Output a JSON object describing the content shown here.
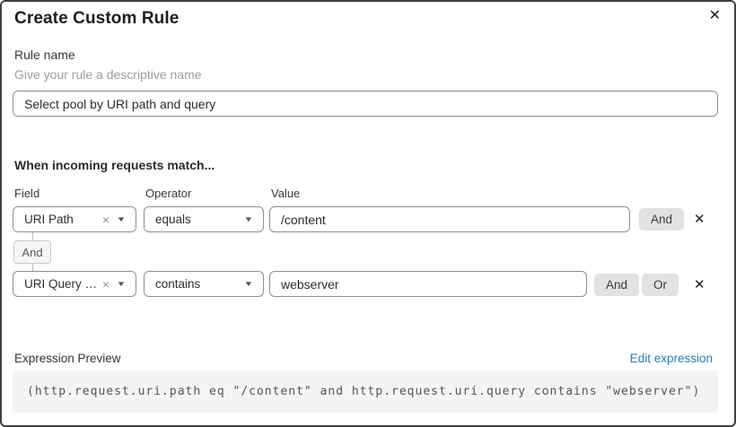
{
  "modal": {
    "title": "Create Custom Rule"
  },
  "icons": {
    "close": "✕",
    "remove": "✕",
    "clear": "×",
    "caret_down": "▼"
  },
  "rule_name": {
    "label": "Rule name",
    "helper": "Give your rule a descriptive name",
    "value": "Select pool by URI path and query"
  },
  "match": {
    "heading": "When incoming requests match...",
    "columns": {
      "field": "Field",
      "operator": "Operator",
      "value": "Value"
    },
    "connector_label": "And",
    "rows": [
      {
        "field": "URI Path",
        "operator": "equals",
        "value": "/content",
        "and_label": "And"
      },
      {
        "field": "URI Query St...",
        "operator": "contains",
        "value": "webserver",
        "and_label": "And",
        "or_label": "Or"
      }
    ]
  },
  "expression_preview": {
    "label": "Expression Preview",
    "edit_link": "Edit expression",
    "code": "(http.request.uri.path eq \"/content\" and http.request.uri.query contains \"webserver\")"
  },
  "colors": {
    "modal_border": "#404040",
    "input_border": "#8f8f8f",
    "button_gray": "#e2e2e2",
    "badge_bg": "#f5f5f5",
    "code_bg": "#f4f4f4",
    "link_blue": "#2e7bb8",
    "helper_gray": "#9c9c9c"
  }
}
